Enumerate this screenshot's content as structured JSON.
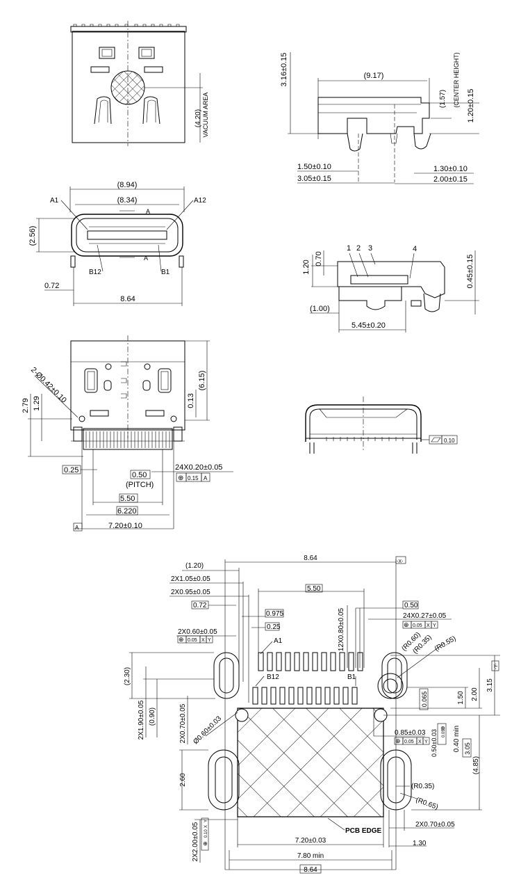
{
  "top_view": {
    "vacuum_dim": "(4.20)",
    "vacuum_label": "VACUUM AREA"
  },
  "side_view": {
    "height": "3.16±0.15",
    "width": "(9.17)",
    "center_height": "(1.57)",
    "center_height_label": "(CENTER HEIGHT)",
    "height_2": "1.20±0.15",
    "left_a": "1.50±0.10",
    "left_b": "3.05±0.15",
    "right_a": "1.30±0.10",
    "right_b": "2.00±0.15"
  },
  "front_view": {
    "outer_width": "(8.94)",
    "inner_width": "(8.34)",
    "section_mark": "A",
    "pin_a1": "A1",
    "pin_a12": "A12",
    "pin_b12": "B12",
    "pin_b1": "B1",
    "height": "(2.56)",
    "offset": "0.72",
    "base_width": "8.64"
  },
  "section_view": {
    "dim_120": "1.20",
    "dim_070": "0.70",
    "callouts": [
      "1",
      "2",
      "3",
      "4"
    ],
    "dim_045": "0.45±0.15",
    "dim_100": "(1.00)",
    "dim_545": "5.45±0.20"
  },
  "bottom_view": {
    "hole_dia": "2-Ø0.42±0.10",
    "dim_279": "2.79",
    "dim_129": "1.29",
    "dim_615": "(6.15)",
    "dim_013": "0.13",
    "dim_025": "0.25",
    "dim_pitch": "0.50",
    "pitch_label": "(PITCH)",
    "pin_count": "24X0.20±0.05",
    "position_tol": "0.15",
    "datum_a": "A",
    "dim_550": "5.50",
    "dim_6220": "6.220",
    "total": "7.20±0.10"
  },
  "rear_view": {
    "flatness": "0.10"
  },
  "pcb_layout": {
    "width_top": "8.64",
    "datum_x": "-X-",
    "datum_y": "-Y-",
    "d_120": "(1.20)",
    "d_2x105": "2X1.05±0.05",
    "d_2x095": "2X0.95±0.05",
    "d_550": "5.50",
    "d_072": "0.72",
    "d_0975": "0.975",
    "d_050": "0.50",
    "d_24x027": "24X0.27±0.05",
    "tol_005": "0.05",
    "tol_x": "X",
    "tol_y": "Y",
    "d_025": "0.25",
    "d_2x060": "2X0.60±0.05",
    "d_12x080": "12X0.80±0.05",
    "a1": "A1",
    "r060": "(R0.60)",
    "r035": "(R0.35)",
    "r055": "(R0.55)",
    "d_230": "(2.30)",
    "b12": "B12",
    "b1": "B1",
    "d_315": "3.15",
    "d_2x190": "2X1.90±0.05",
    "d_090": "(0.90)",
    "d_2x070": "2X0.70±0.05",
    "d_065": "0.065",
    "d_200": "2.00",
    "d_150": "1.50",
    "d_060dia": "Ø0.60±0.03",
    "d_085": "0.85±0.03",
    "d_050b": "0.50±0.03",
    "d_040min": "0.40 min",
    "d_305": "3.05",
    "d_485": "(4.85)",
    "d_260": "2.60",
    "r035b": "(R0.35)",
    "r065": "(R0.65)",
    "d_2x070b": "2X0.70±0.05",
    "d_2x200": "2X2.00±0.05",
    "tol_010": "0.10",
    "pcb_edge": "PCB EDGE",
    "d_720": "7.20±0.03",
    "d_130": "1.30",
    "d_780": "7.80 min",
    "d_864": "8.64"
  }
}
